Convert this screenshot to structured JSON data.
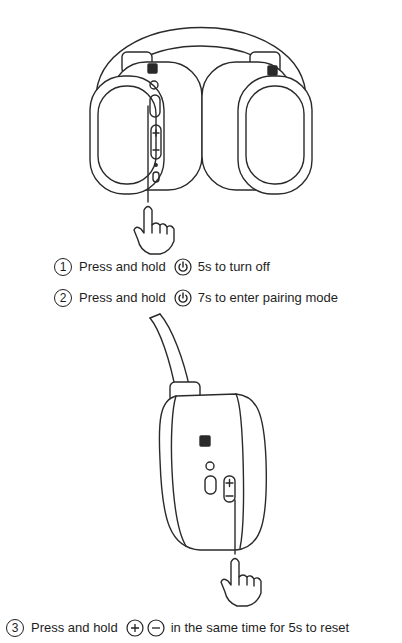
{
  "diagram": {
    "nodes": [
      {
        "text": [
          "1"
        ]
      },
      {
        "text": [
          "2"
        ]
      },
      {
        "text": [
          "3"
        ]
      }
    ],
    "labels": [
      "Press and hold",
      "5s to turn off",
      "Press and hold",
      "7s to enter pairing mode",
      "Press and hold",
      "in the same time for 5s to reset"
    ]
  }
}
